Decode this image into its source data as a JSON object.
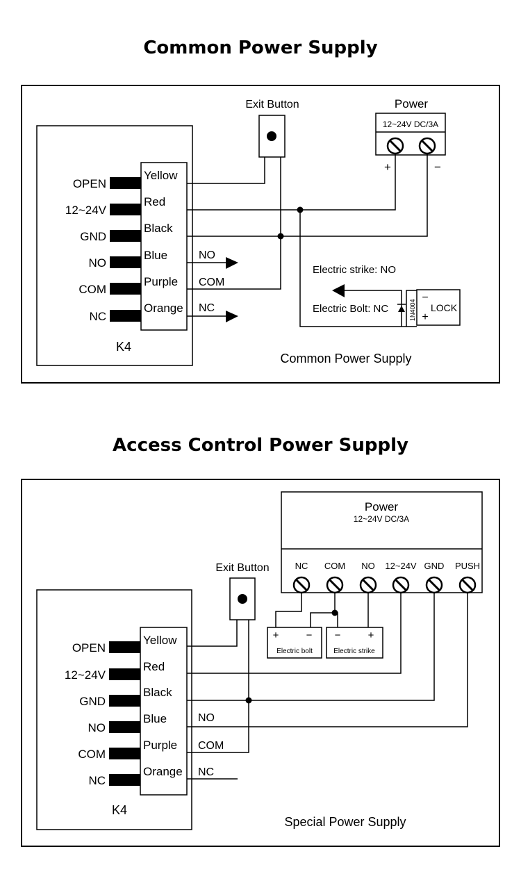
{
  "titles": {
    "common": "Common Power Supply",
    "access": "Access Control Power Supply"
  },
  "diagram1": {
    "exit_button": "Exit Button",
    "power_title": "Power",
    "power_rating": "12~24V DC/3A",
    "plus": "+",
    "minus": "−",
    "pins": [
      "OPEN",
      "12~24V",
      "GND",
      "NO",
      "COM",
      "NC"
    ],
    "wires": [
      "Yellow",
      "Red",
      "Black",
      "Blue",
      "Purple",
      "Orange"
    ],
    "out_no": "NO",
    "out_com": "COM",
    "out_nc": "NC",
    "device_name": "K4",
    "strike_label": "Electric strike: NO",
    "bolt_label": "Electric Bolt: NC",
    "diode": "1N4004",
    "lock_label": "LOCK",
    "lock_minus": "−",
    "lock_plus": "+",
    "caption": "Common Power Supply"
  },
  "diagram2": {
    "exit_button": "Exit Button",
    "power_title": "Power",
    "power_rating": "12~24V DC/3A",
    "terminals": [
      "NC",
      "COM",
      "NO",
      "12~24V",
      "GND",
      "PUSH"
    ],
    "bolt_label": "Electric bolt",
    "strike_label": "Electric strike",
    "plus": "+",
    "minus": "−",
    "pins": [
      "OPEN",
      "12~24V",
      "GND",
      "NO",
      "COM",
      "NC"
    ],
    "wires": [
      "Yellow",
      "Red",
      "Black",
      "Blue",
      "Purple",
      "Orange"
    ],
    "out_no": "NO",
    "out_com": "COM",
    "out_nc": "NC",
    "device_name": "K4",
    "caption": "Special Power Supply"
  }
}
